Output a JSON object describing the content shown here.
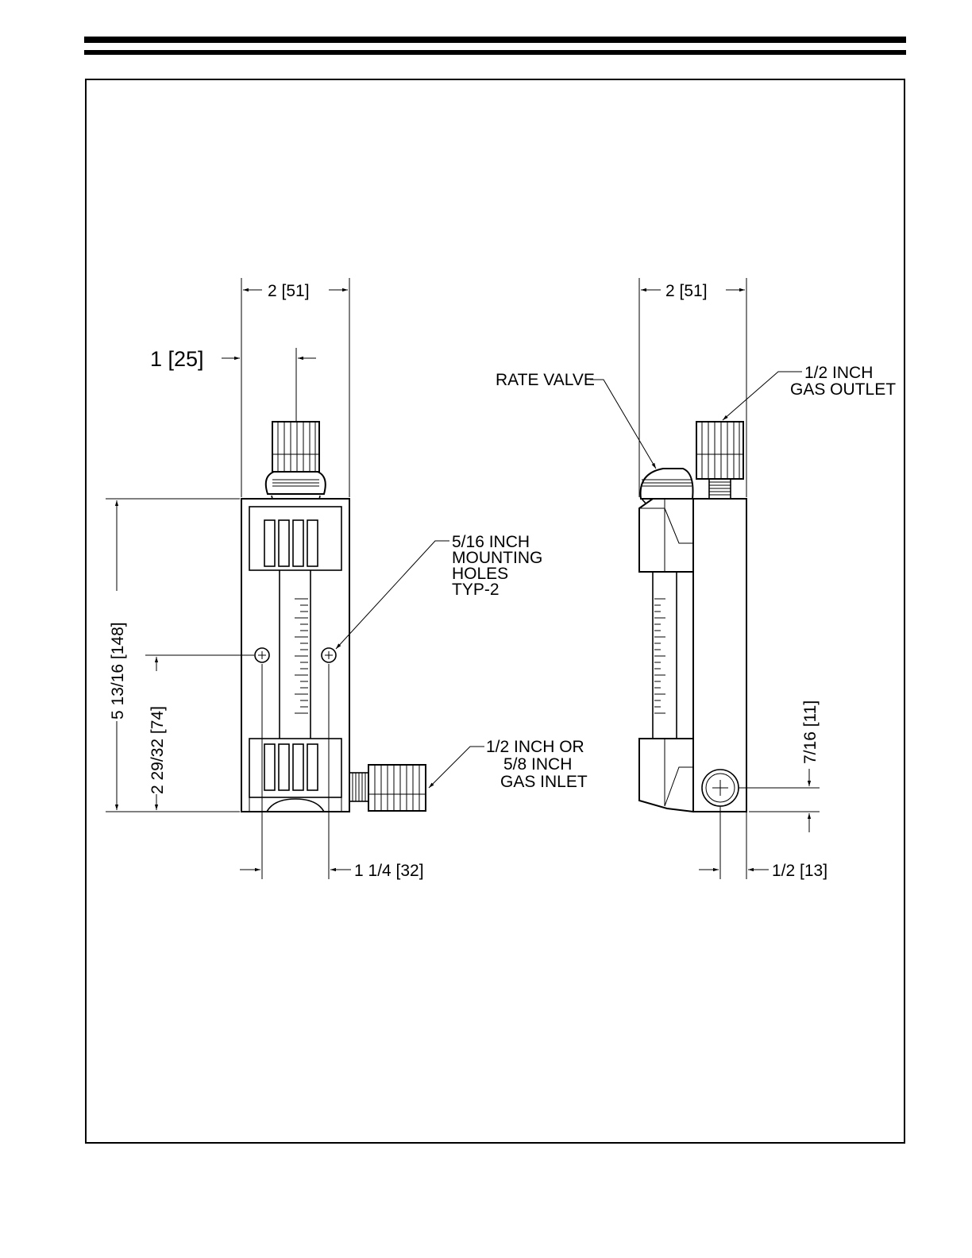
{
  "header_rules": {
    "color": "#000000"
  },
  "drawing": {
    "front_view": {
      "width_dim": "2 [51]",
      "offset_dim": "1 [25]",
      "height_dim": "5 13/16 [148]",
      "hole_height_dim": "2 29/32 [74]",
      "hole_spacing_dim": "1 1/4 [32]",
      "mounting_holes_callout": [
        "5/16 INCH",
        "MOUNTING",
        "HOLES",
        "TYP-2"
      ],
      "gas_inlet_callout": [
        "1/2 INCH OR",
        "5/8 INCH",
        "GAS INLET"
      ]
    },
    "side_view": {
      "width_dim": "2 [51]",
      "rate_valve_callout": "RATE VALVE",
      "gas_outlet_callout": [
        "1/2 INCH",
        "GAS OUTLET"
      ],
      "inlet_height_dim": "7/16 [11]",
      "inlet_offset_dim": "1/2 [13]"
    }
  }
}
